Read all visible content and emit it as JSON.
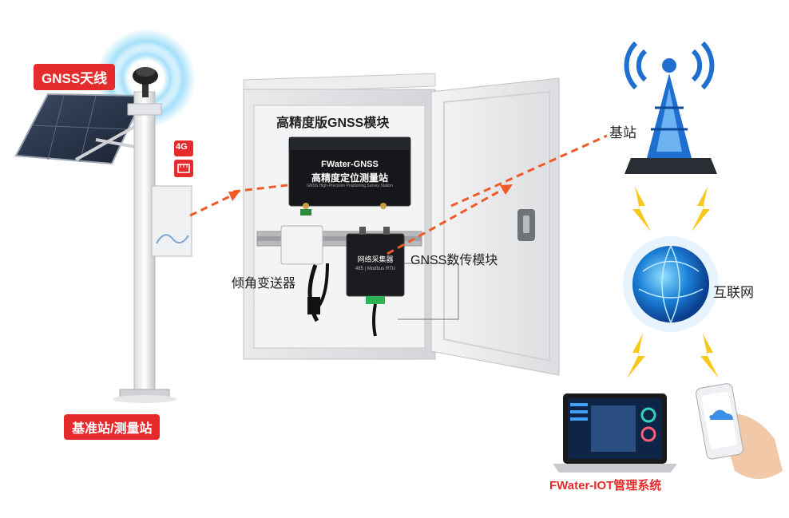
{
  "labels": {
    "gnss_antenna": "GNSS天线",
    "badge_4g": "4G",
    "base_station_survey": "基准站/测量站",
    "high_precision_module": "高精度版GNSS模块",
    "device_brand": "FWater-GNSS",
    "device_name": "高精度定位测量站",
    "device_subtitle": "GNSS High-Precision Positioning Survey Station",
    "tilt_transmitter": "倾角变送器",
    "gnss_dtu_module": "GNSS数传模块",
    "dtu_title": "网络采集器",
    "dtu_subtitle": "485 | Modbus RTU",
    "base_station": "基站",
    "internet": "互联网",
    "iot_system": "FWater-IOT管理系统"
  },
  "colors": {
    "accent_red": "#e52b2b",
    "arrow_orange": "#f05a28",
    "tower_blue": "#1f6fd1",
    "lightning_yellow": "#f7c81c"
  },
  "icons": [
    "gnss-antenna-icon",
    "4g-icon",
    "ethernet-icon",
    "cell-tower-icon",
    "globe-icon",
    "lightning-icon",
    "laptop-icon",
    "phone-icon"
  ]
}
